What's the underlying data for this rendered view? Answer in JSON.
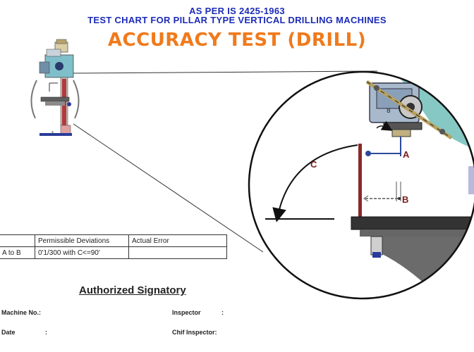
{
  "header": {
    "line1": "AS PER IS 2425-1963",
    "line2": "TEST CHART FOR PILLAR TYPE VERTICAL DRILLING MACHINES",
    "title": "ACCURACY TEST (DRILL)"
  },
  "diagram": {
    "label_a": "A",
    "label_b": "B",
    "label_c": "C"
  },
  "table": {
    "headers": [
      "",
      "Permissible Deviations",
      "Actual Error"
    ],
    "rows": [
      [
        "A to B",
        "0'1/300 with C<=90'",
        ""
      ]
    ]
  },
  "signature": {
    "title": "Authorized Signatory",
    "machine_no": "Machine No.:",
    "date": "Date",
    "date_colon": ":",
    "inspector": "Inspector",
    "inspector_colon": ":",
    "chief_inspector": "Chif Inspector:"
  },
  "colors": {
    "header_blue": "#1c2bb8",
    "title_orange": "#f07a1c",
    "machine_teal": "#86c8c4",
    "column_red": "#8a2a2a"
  }
}
